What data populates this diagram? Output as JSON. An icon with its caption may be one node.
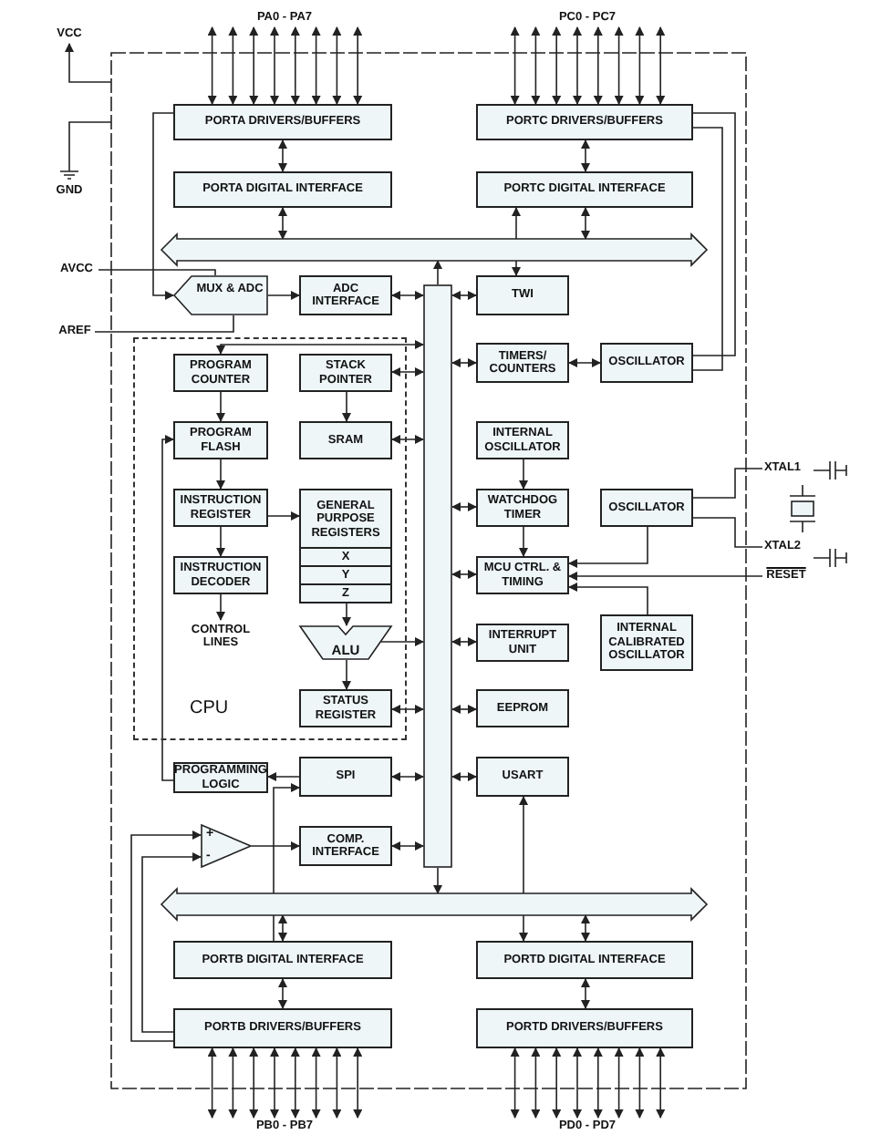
{
  "diagram": {
    "nodes": [
      {
        "text": [
          "PA0 - PA7"
        ]
      },
      {
        "text": [
          "PC0 - PC7"
        ]
      },
      {
        "text": [
          "VCC"
        ]
      },
      {
        "text": [
          "GND"
        ]
      },
      {
        "text": [
          "PORTA DRIVERS/BUFFERS"
        ]
      },
      {
        "text": [
          "PORTC DRIVERS/BUFFERS"
        ]
      },
      {
        "text": [
          "PORTA DIGITAL INTERFACE"
        ]
      },
      {
        "text": [
          "PORTC DIGITAL INTERFACE"
        ]
      },
      {
        "text": [],
        "shape": "bar"
      },
      {
        "text": [
          "AVCC"
        ]
      },
      {
        "text": [
          "MUX & ADC"
        ]
      },
      {
        "text": [
          "ADC INTERFACE"
        ]
      },
      {
        "text": [
          "TWI"
        ]
      },
      {
        "text": [
          "AREF"
        ]
      },
      {
        "text": [
          "TIMERS/ COUNTERS"
        ]
      },
      {
        "text": [
          "OSCILLATOR"
        ]
      },
      {
        "text": [
          "CPU"
        ]
      },
      {
        "text": [
          "PROGRAM COUNTER"
        ],
        "in": 16
      },
      {
        "text": [
          "STACK POINTER"
        ],
        "in": 16
      },
      {
        "text": [
          "PROGRAM FLASH"
        ],
        "in": 16
      },
      {
        "text": [
          "SRAM"
        ],
        "in": 16
      },
      {
        "text": [
          "INSTRUCTION REGISTER"
        ],
        "in": 16
      },
      {
        "text": [
          "GENERAL PURPOSE REGISTERS",
          "X",
          "Y",
          "Z"
        ],
        "in": 16
      },
      {
        "text": [
          "INSTRUCTION DECODER"
        ],
        "in": 16
      },
      {
        "text": [
          "CONTROL LINES"
        ],
        "in": 16
      },
      {
        "text": [
          "ALU"
        ],
        "in": 16
      },
      {
        "text": [
          "STATUS REGISTER"
        ],
        "in": 16
      },
      {
        "text": [
          "INTERNAL OSCILLATOR"
        ]
      },
      {
        "text": [
          "WATCHDOG TIMER"
        ]
      },
      {
        "text": [
          "OSCILLATOR"
        ]
      },
      {
        "text": [
          "XTAL1"
        ]
      },
      {
        "text": [
          "XTAL2"
        ]
      },
      {
        "text": [
          "MCU CTRL. & TIMING"
        ]
      },
      {
        "text": [
          "RESET"
        ]
      },
      {
        "text": [
          "INTERNAL CALIBRATED OSCILLATOR"
        ]
      },
      {
        "text": [
          "INTERRUPT UNIT"
        ]
      },
      {
        "text": [
          "EEPROM"
        ]
      },
      {
        "text": [
          "PROGRAMMING LOGIC"
        ]
      },
      {
        "text": [
          "SPI"
        ]
      },
      {
        "text": [
          "USART"
        ]
      },
      {
        "text": [
          "+",
          "-"
        ]
      },
      {
        "text": [
          "COMP. INTERFACE"
        ]
      },
      {
        "text": [],
        "shape": "bar"
      },
      {
        "text": [],
        "shape": "bar"
      },
      {
        "text": [
          "PORTB DIGITAL INTERFACE"
        ]
      },
      {
        "text": [
          "PORTD DIGITAL INTERFACE"
        ]
      },
      {
        "text": [
          "PORTB DRIVERS/BUFFERS"
        ]
      },
      {
        "text": [
          "PORTD DRIVERS/BUFFERS"
        ]
      },
      {
        "text": [
          "PB0 - PB7"
        ]
      },
      {
        "text": [
          "PD0 - PD7"
        ]
      }
    ],
    "edges": [
      {
        "from": 4,
        "to": 0,
        "arrow": "both"
      },
      {
        "from": 5,
        "to": 1,
        "arrow": "both"
      },
      {
        "from": null,
        "to": 2,
        "arrow": "to"
      },
      {
        "from": null,
        "to": 3,
        "arrow": "none"
      },
      {
        "from": 4,
        "to": 6,
        "arrow": "both"
      },
      {
        "from": 5,
        "to": 7,
        "arrow": "both"
      },
      {
        "from": 6,
        "to": 8,
        "arrow": "both"
      },
      {
        "from": 7,
        "to": 8,
        "arrow": "both"
      },
      {
        "from": 7,
        "to": 12,
        "arrow": "both"
      },
      {
        "from": 9,
        "to": 10,
        "arrow": "none"
      },
      {
        "from": 4,
        "to": 10,
        "arrow": "to"
      },
      {
        "from": 13,
        "to": 10,
        "arrow": "none"
      },
      {
        "from": 10,
        "to": 11,
        "arrow": "to"
      },
      {
        "from": 11,
        "to": 42,
        "arrow": "both"
      },
      {
        "from": 42,
        "to": 12,
        "arrow": "both"
      },
      {
        "from": 42,
        "to": 8,
        "arrow": "to"
      },
      {
        "from": 42,
        "to": 43,
        "arrow": "to"
      },
      {
        "from": 42,
        "to": 14,
        "arrow": "both"
      },
      {
        "from": 14,
        "to": 15,
        "arrow": "both"
      },
      {
        "from": 5,
        "to": 15,
        "arrow": "none"
      },
      {
        "from": 5,
        "to": 15,
        "arrow": "none"
      },
      {
        "from": 42,
        "to": 17,
        "arrow": "both"
      },
      {
        "from": 42,
        "to": 18,
        "arrow": "both"
      },
      {
        "from": 42,
        "to": 20,
        "arrow": "both"
      },
      {
        "from": 42,
        "to": 26,
        "arrow": "both"
      },
      {
        "from": 17,
        "to": 19,
        "arrow": "to"
      },
      {
        "from": 18,
        "to": 20,
        "arrow": "to"
      },
      {
        "from": 19,
        "to": 21,
        "arrow": "to"
      },
      {
        "from": 21,
        "to": 23,
        "arrow": "to"
      },
      {
        "from": 23,
        "to": 24,
        "arrow": "to"
      },
      {
        "from": 21,
        "to": 22,
        "arrow": "to"
      },
      {
        "from": 22,
        "to": 25,
        "arrow": "to"
      },
      {
        "from": 25,
        "to": 26,
        "arrow": "to"
      },
      {
        "from": 25,
        "to": 42,
        "arrow": "to"
      },
      {
        "from": 27,
        "to": 28,
        "arrow": "to"
      },
      {
        "from": 28,
        "to": 32,
        "arrow": "to"
      },
      {
        "from": 29,
        "to": 32,
        "arrow": "to"
      },
      {
        "from": 34,
        "to": 32,
        "arrow": "to"
      },
      {
        "from": 33,
        "to": 32,
        "arrow": "to"
      },
      {
        "from": 29,
        "to": 30,
        "arrow": "none"
      },
      {
        "from": 29,
        "to": 31,
        "arrow": "none"
      },
      {
        "from": 42,
        "to": 28,
        "arrow": "both"
      },
      {
        "from": 42,
        "to": 32,
        "arrow": "both"
      },
      {
        "from": 42,
        "to": 35,
        "arrow": "both"
      },
      {
        "from": 42,
        "to": 36,
        "arrow": "both"
      },
      {
        "from": 42,
        "to": 38,
        "arrow": "both"
      },
      {
        "from": 42,
        "to": 39,
        "arrow": "both"
      },
      {
        "from": 38,
        "to": 37,
        "arrow": "to"
      },
      {
        "from": 37,
        "to": 19,
        "arrow": "to"
      },
      {
        "from": 46,
        "to": 40,
        "arrow": "to"
      },
      {
        "from": 46,
        "to": 40,
        "arrow": "to"
      },
      {
        "from": 40,
        "to": 41,
        "arrow": "to"
      },
      {
        "from": 42,
        "to": 41,
        "arrow": "both"
      },
      {
        "from": 44,
        "to": 38,
        "arrow": "to"
      },
      {
        "from": 43,
        "to": 44,
        "arrow": "both"
      },
      {
        "from": 43,
        "to": 45,
        "arrow": "both"
      },
      {
        "from": 39,
        "to": 45,
        "arrow": "both"
      },
      {
        "from": 44,
        "to": 46,
        "arrow": "both"
      },
      {
        "from": 45,
        "to": 47,
        "arrow": "both"
      },
      {
        "from": 46,
        "to": 48,
        "arrow": "both"
      },
      {
        "from": 47,
        "to": 49,
        "arrow": "both"
      },
      {
        "from": 4,
        "to": 0,
        "arrow": "both"
      },
      {
        "from": 4,
        "to": 0,
        "arrow": "both"
      },
      {
        "from": 4,
        "to": 0,
        "arrow": "both"
      },
      {
        "from": 4,
        "to": 0,
        "arrow": "both"
      },
      {
        "from": 4,
        "to": 0,
        "arrow": "both"
      },
      {
        "from": 4,
        "to": 0,
        "arrow": "both"
      },
      {
        "from": 4,
        "to": 0,
        "arrow": "both"
      },
      {
        "from": 5,
        "to": 1,
        "arrow": "both"
      },
      {
        "from": 5,
        "to": 1,
        "arrow": "both"
      },
      {
        "from": 5,
        "to": 1,
        "arrow": "both"
      },
      {
        "from": 5,
        "to": 1,
        "arrow": "both"
      },
      {
        "from": 5,
        "to": 1,
        "arrow": "both"
      },
      {
        "from": 5,
        "to": 1,
        "arrow": "both"
      },
      {
        "from": 5,
        "to": 1,
        "arrow": "both"
      },
      {
        "from": 46,
        "to": 48,
        "arrow": "both"
      },
      {
        "from": 46,
        "to": 48,
        "arrow": "both"
      },
      {
        "from": 46,
        "to": 48,
        "arrow": "both"
      },
      {
        "from": 46,
        "to": 48,
        "arrow": "both"
      },
      {
        "from": 46,
        "to": 48,
        "arrow": "both"
      },
      {
        "from": 46,
        "to": 48,
        "arrow": "both"
      },
      {
        "from": 46,
        "to": 48,
        "arrow": "both"
      },
      {
        "from": 47,
        "to": 49,
        "arrow": "both"
      },
      {
        "from": 47,
        "to": 49,
        "arrow": "both"
      },
      {
        "from": 47,
        "to": 49,
        "arrow": "both"
      },
      {
        "from": 47,
        "to": 49,
        "arrow": "both"
      },
      {
        "from": 47,
        "to": 49,
        "arrow": "both"
      },
      {
        "from": 47,
        "to": 49,
        "arrow": "both"
      },
      {
        "from": 47,
        "to": 49,
        "arrow": "both"
      }
    ]
  }
}
